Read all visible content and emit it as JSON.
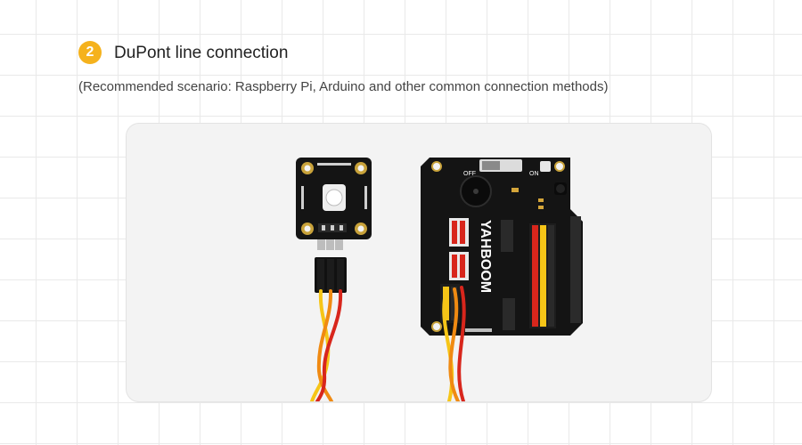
{
  "step": {
    "number": "2",
    "title": "DuPont line connection",
    "subtitle": "(Recommended scenario: Raspberry Pi, Arduino and other common connection methods)"
  },
  "photo": {
    "board_labels": {
      "switch_off": "OFF",
      "switch_on": "ON",
      "brand": "YAHBOOM"
    },
    "colors": {
      "accent": "#f5b21d",
      "pcb": "#141414",
      "wire_red": "#d8261c",
      "wire_orange": "#f08a12",
      "wire_yellow": "#f6c517"
    }
  }
}
